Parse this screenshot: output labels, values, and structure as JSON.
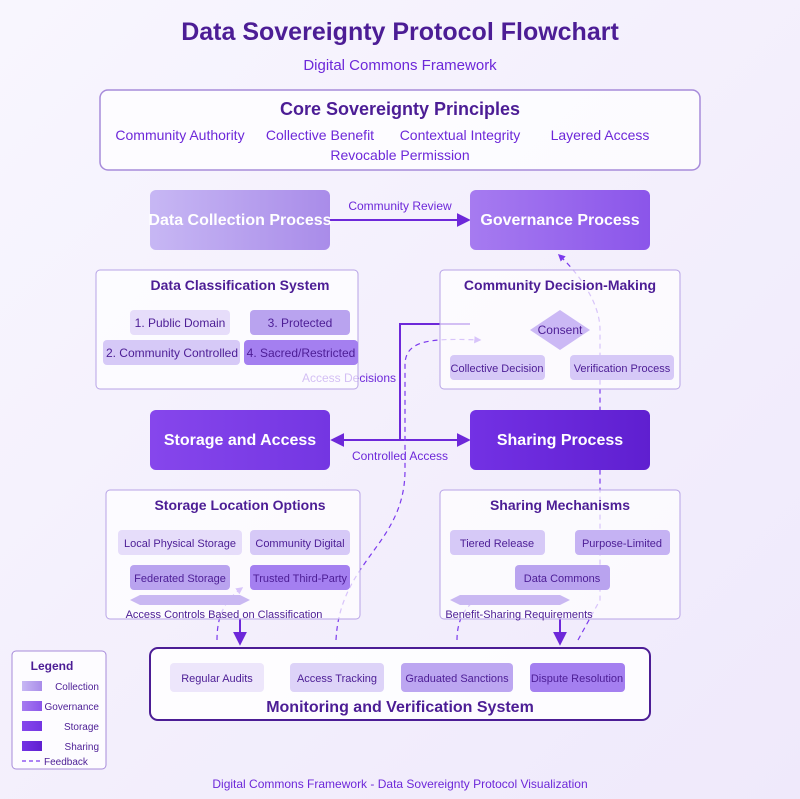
{
  "title": "Data Sovereignty Protocol Flowchart",
  "subtitle": "Digital Commons Framework",
  "principles": {
    "title": "Core Sovereignty Principles",
    "items": [
      "Community Authority",
      "Collective Benefit",
      "Contextual Integrity",
      "Layered Access",
      "Revocable Permission"
    ]
  },
  "nodes": {
    "collection": "Data Collection Process",
    "governance": "Governance Process",
    "storage": "Storage and Access",
    "sharing": "Sharing Process"
  },
  "edges": {
    "community_review": "Community Review",
    "access_decisions": "Access Decisions",
    "controlled_access": "Controlled Access"
  },
  "classification": {
    "title": "Data Classification System",
    "items": [
      "1. Public Domain",
      "3. Protected",
      "2. Community Controlled",
      "4. Sacred/Restricted"
    ]
  },
  "decision": {
    "title": "Community Decision-Making",
    "consent": "Consent",
    "items": [
      "Collective Decision",
      "Verification Process"
    ]
  },
  "storage_options": {
    "title": "Storage Location Options",
    "items": [
      "Local Physical Storage",
      "Community Digital",
      "Federated Storage",
      "Trusted Third-Party"
    ],
    "footer": "Access Controls Based on Classification"
  },
  "sharing_mechanisms": {
    "title": "Sharing Mechanisms",
    "items": [
      "Tiered Release",
      "Purpose-Limited",
      "Data Commons"
    ],
    "footer": "Benefit-Sharing Requirements"
  },
  "monitoring": {
    "title": "Monitoring and Verification System",
    "items": [
      "Regular Audits",
      "Access Tracking",
      "Graduated Sanctions",
      "Dispute Resolution"
    ]
  },
  "legend": {
    "title": "Legend",
    "items": [
      "Collection",
      "Governance",
      "Storage",
      "Sharing"
    ],
    "feedback": "Feedback"
  },
  "footer": "Digital Commons Framework - Data Sovereignty Protocol Visualization",
  "colors": {
    "collection": "#b9a6f0",
    "governance": "#9b6cf0",
    "storage": "#7c3aed",
    "sharing": "#6d28d9",
    "accent": "#6d28d9",
    "panel_border": "#a78bda"
  }
}
